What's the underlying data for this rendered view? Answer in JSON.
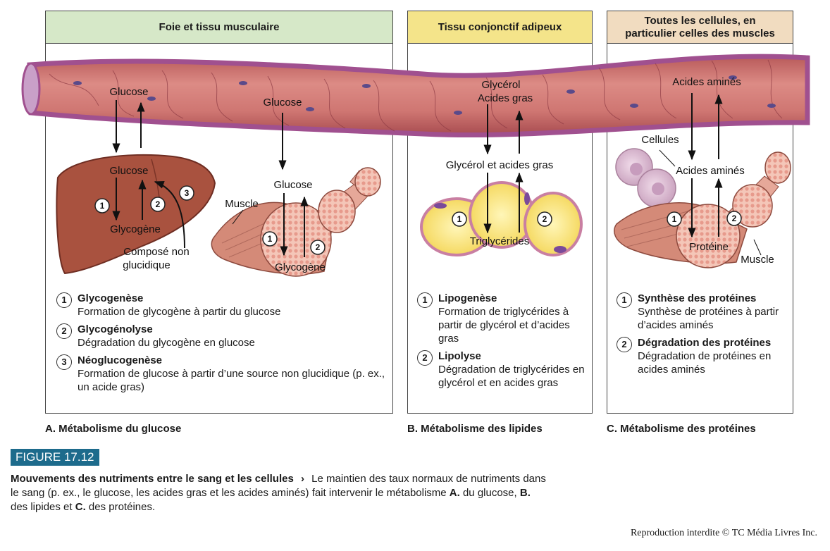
{
  "panels": {
    "a": {
      "header": "Foie et tissu musculaire",
      "header_color": "#d6e8c8",
      "caption": "A. Métabolisme du glucose"
    },
    "b": {
      "header": "Tissu conjonctif adipeux",
      "header_color": "#f4e48a",
      "caption": "B. Métabolisme des lipides"
    },
    "c": {
      "header_line1": "Toutes les cellules, en",
      "header_line2": "particulier celles des muscles",
      "header_color": "#f1dcc0",
      "caption": "C. Métabolisme des protéines"
    }
  },
  "diagram": {
    "a": {
      "vessel_glucose_1": "Glucose",
      "vessel_glucose_2": "Glucose",
      "liver_glucose": "Glucose",
      "liver_glycogen": "Glycogène",
      "noncarb_line1": "Composé non",
      "noncarb_line2": "glucidique",
      "muscle_glucose": "Glucose",
      "muscle_label": "Muscle",
      "muscle_glycogen": "Glycogène",
      "n1": "1",
      "n2": "2",
      "n3": "3"
    },
    "b": {
      "vessel_line1": "Glycérol",
      "vessel_line2": "Acides gras",
      "mid": "Glycérol et acides gras",
      "triglycerides": "Triglycérides",
      "n1": "1",
      "n2": "2"
    },
    "c": {
      "vessel": "Acides aminés",
      "cells": "Cellules",
      "mid": "Acides aminés",
      "protein": "Protéine",
      "muscle_label": "Muscle",
      "n1": "1",
      "n2": "2"
    }
  },
  "legend": {
    "a": [
      {
        "num": "1",
        "title": "Glycogenèse",
        "desc": "Formation de glycogène à partir du glucose"
      },
      {
        "num": "2",
        "title": "Glycogénolyse",
        "desc": "Dégradation du glycogène en glucose"
      },
      {
        "num": "3",
        "title": "Néoglucogenèse",
        "desc": "Formation de glucose à partir d’une source non glucidique (p. ex., un acide gras)"
      }
    ],
    "b": [
      {
        "num": "1",
        "title": "Lipogenèse",
        "desc": "Formation de triglycérides à partir de glycérol et d’acides gras"
      },
      {
        "num": "2",
        "title": "Lipolyse",
        "desc": "Dégradation de triglycérides en glycérol et en acides gras"
      }
    ],
    "c": [
      {
        "num": "1",
        "title": "Synthèse des protéines",
        "desc": "Synthèse de protéines à partir d’acides aminés"
      },
      {
        "num": "2",
        "title": "Dégradation des protéines",
        "desc": "Dégradation de protéines en acides aminés"
      }
    ]
  },
  "figure": {
    "badge": "FIGURE 17.12",
    "title": "Mouvements des nutriments entre le sang et les cellules",
    "arrow": "›",
    "text_1": "Le maintien des taux normaux de nutriments dans le sang (p. ex., le glucose, les acides gras et les acides aminés) fait intervenir le métabolisme ",
    "a": "A.",
    "text_2": " du glucose, ",
    "b": "B.",
    "text_3": " des lipides et ",
    "c": "C.",
    "text_4": " des protéines.",
    "badge_color": "#1d6b8c"
  },
  "credit": "Reproduction interdite © TC Média Livres Inc."
}
